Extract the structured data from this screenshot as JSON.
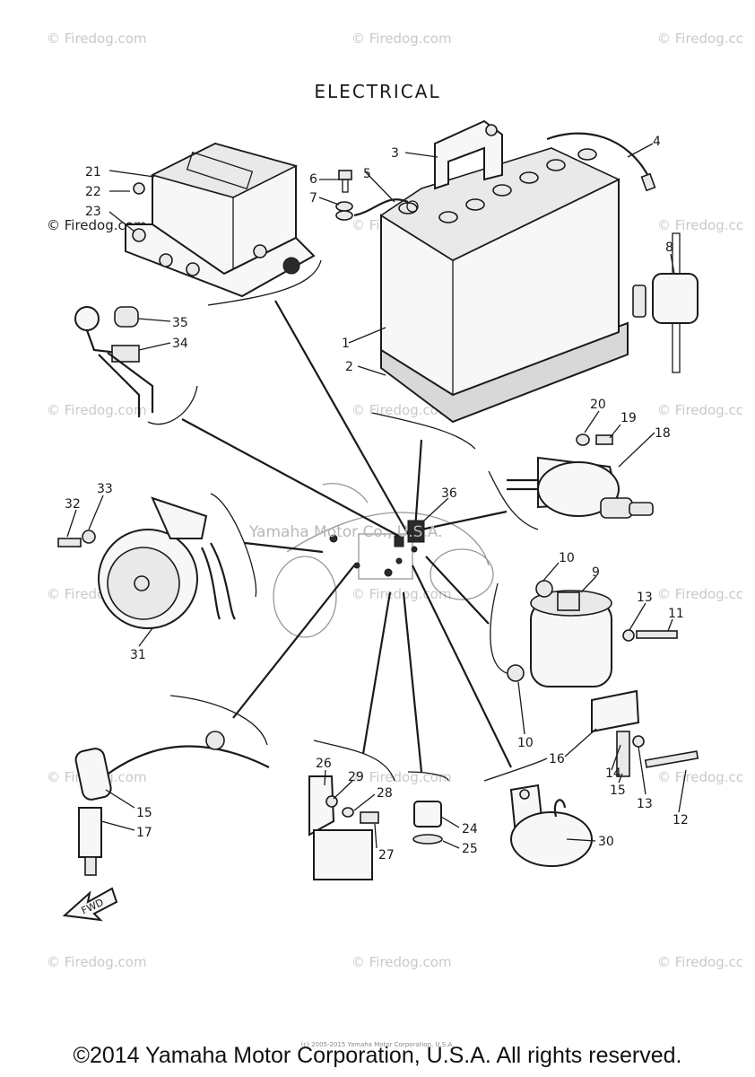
{
  "title": "ELECTRICAL",
  "watermarks": {
    "firedog": "© Firedog.com",
    "firedog_cut": "© Firedog.cc",
    "center": "Yamaha Motor Co., U.S.A."
  },
  "fine_print": "(c) 2005-2015 Yamaha Motor Corporation, U.S.A.",
  "footer": "©2014 Yamaha Motor Corporation, U.S.A. All rights reserved.",
  "fwd_label": "FWD",
  "callouts": {
    "c1": "1",
    "c2": "2",
    "c3": "3",
    "c4": "4",
    "c5": "5",
    "c6": "6",
    "c7": "7",
    "c8": "8",
    "c9": "9",
    "c10a": "10",
    "c10b": "10",
    "c11": "11",
    "c12": "12",
    "c13a": "13",
    "c13b": "13",
    "c14": "14",
    "c15a": "15",
    "c15b": "15",
    "c16": "16",
    "c17": "17",
    "c18": "18",
    "c19": "19",
    "c20": "20",
    "c21": "21",
    "c22": "22",
    "c23": "23",
    "c24": "24",
    "c25": "25",
    "c26": "26",
    "c27": "27",
    "c28": "28",
    "c29": "29",
    "c30": "30",
    "c31": "31",
    "c32": "32",
    "c33": "33",
    "c34": "34",
    "c35": "35",
    "c36": "36"
  },
  "icons": {
    "fwd": "fwd-arrow-icon"
  }
}
